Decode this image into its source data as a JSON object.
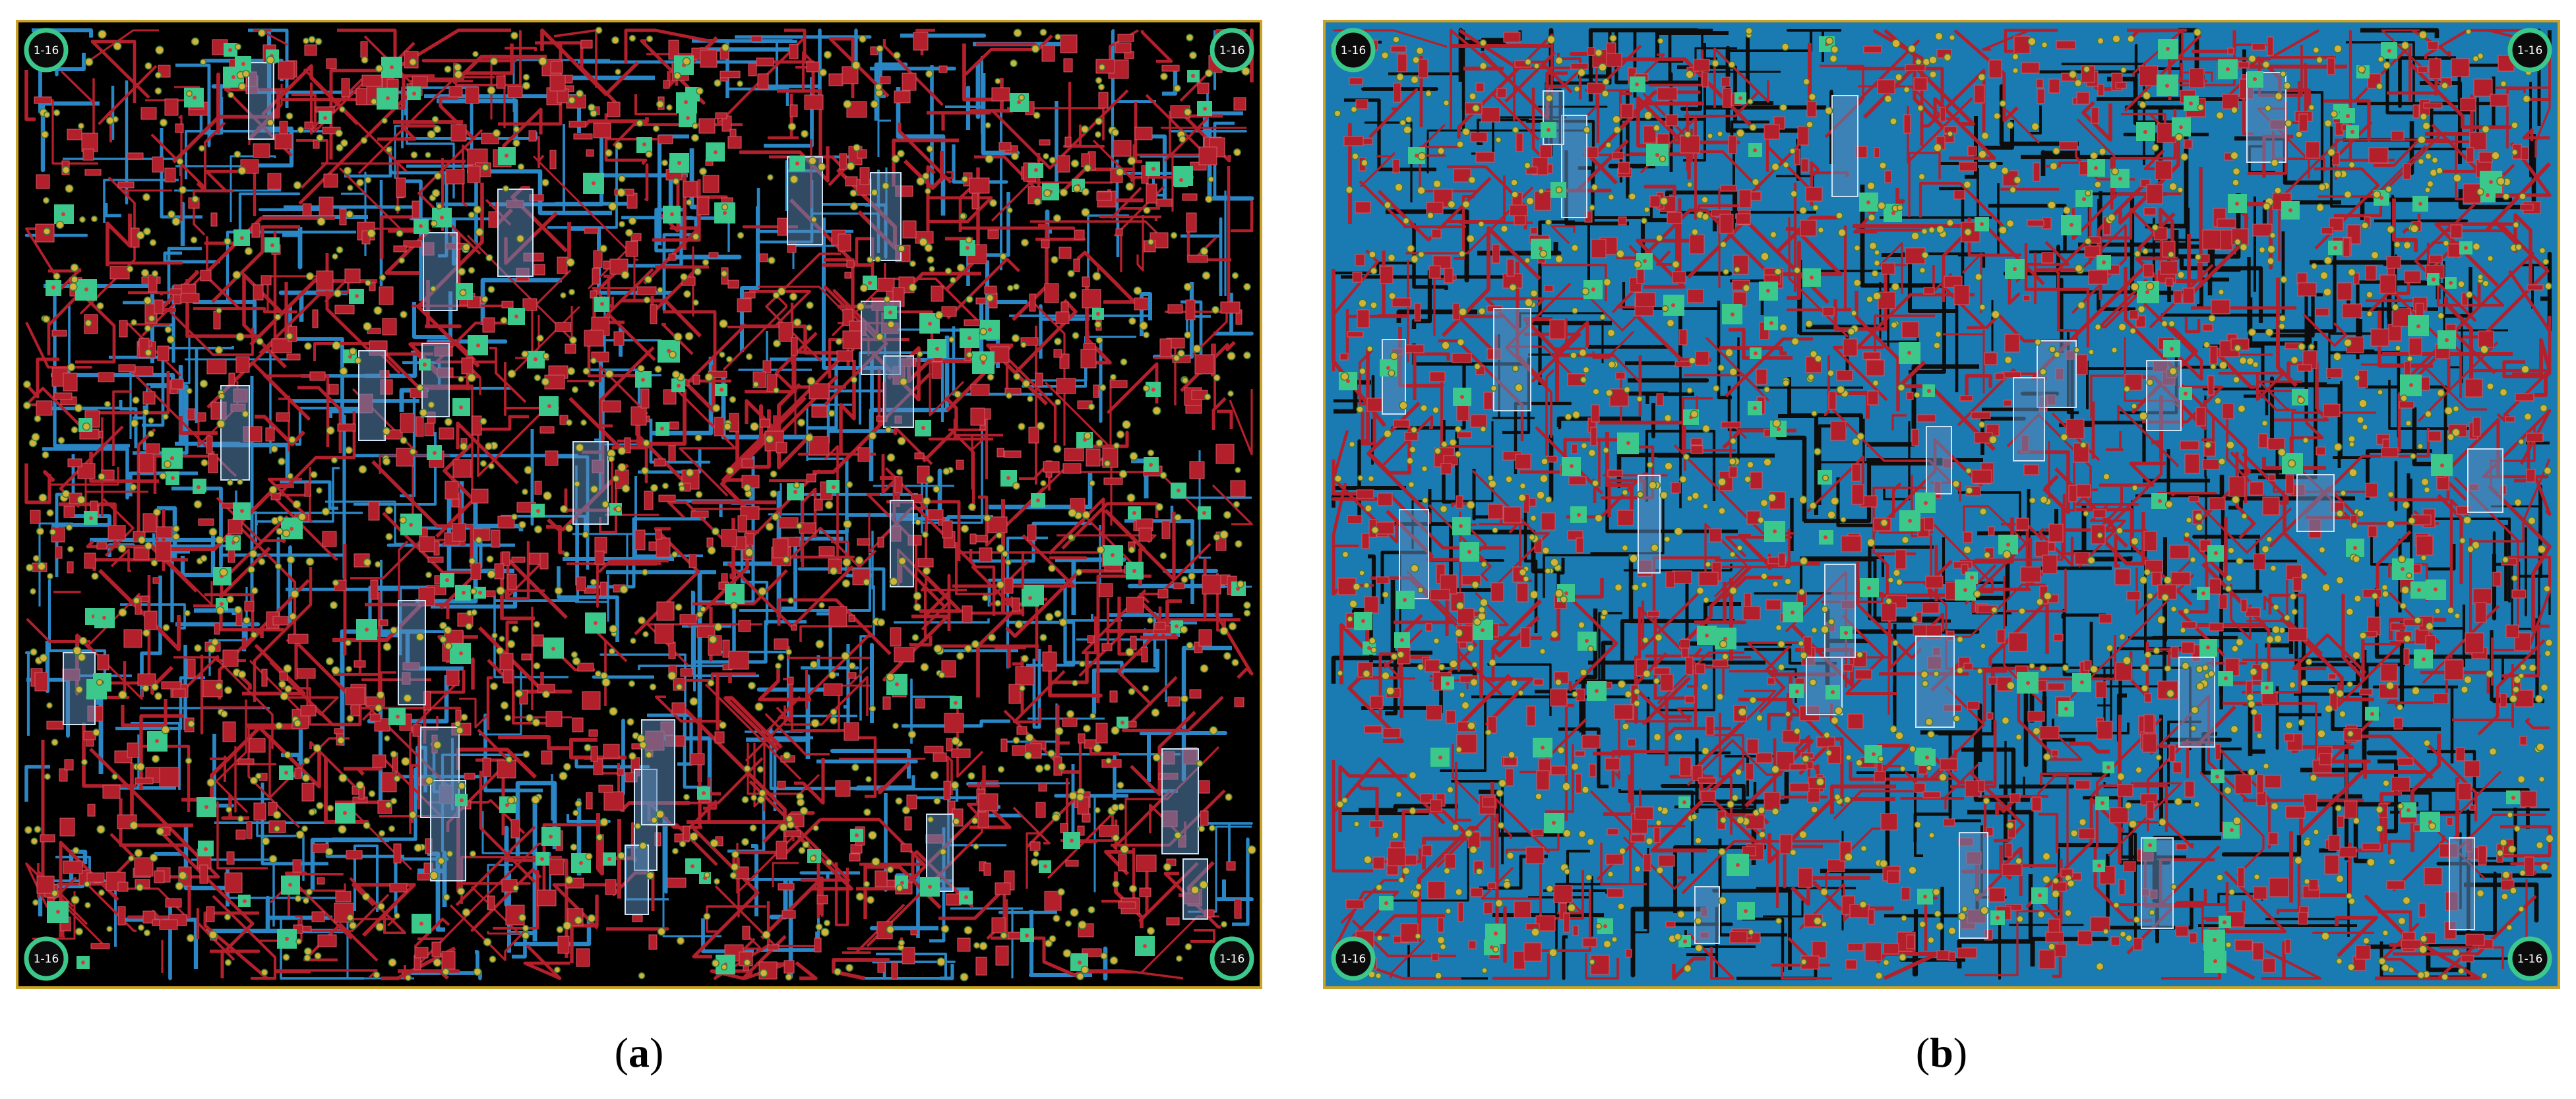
{
  "figure": {
    "panels": [
      {
        "id": "a",
        "caption_letter": "a",
        "background": "#000000",
        "hole_label": "1-16",
        "colors": {
          "top_copper": "#b3202c",
          "bottom_copper": "#2a86c4",
          "pad": "#3cc88a",
          "board_edge": "#c9a227",
          "via": "#d4b23a"
        }
      },
      {
        "id": "b",
        "caption_letter": "b",
        "background": "#1a7bb3",
        "hole_label": "1-16",
        "colors": {
          "top_copper": "#b3202c",
          "bottom_copper": "#0d0d0d",
          "pad": "#3cc88a",
          "board_edge": "#c9a227",
          "via": "#d4b23a"
        }
      }
    ]
  }
}
